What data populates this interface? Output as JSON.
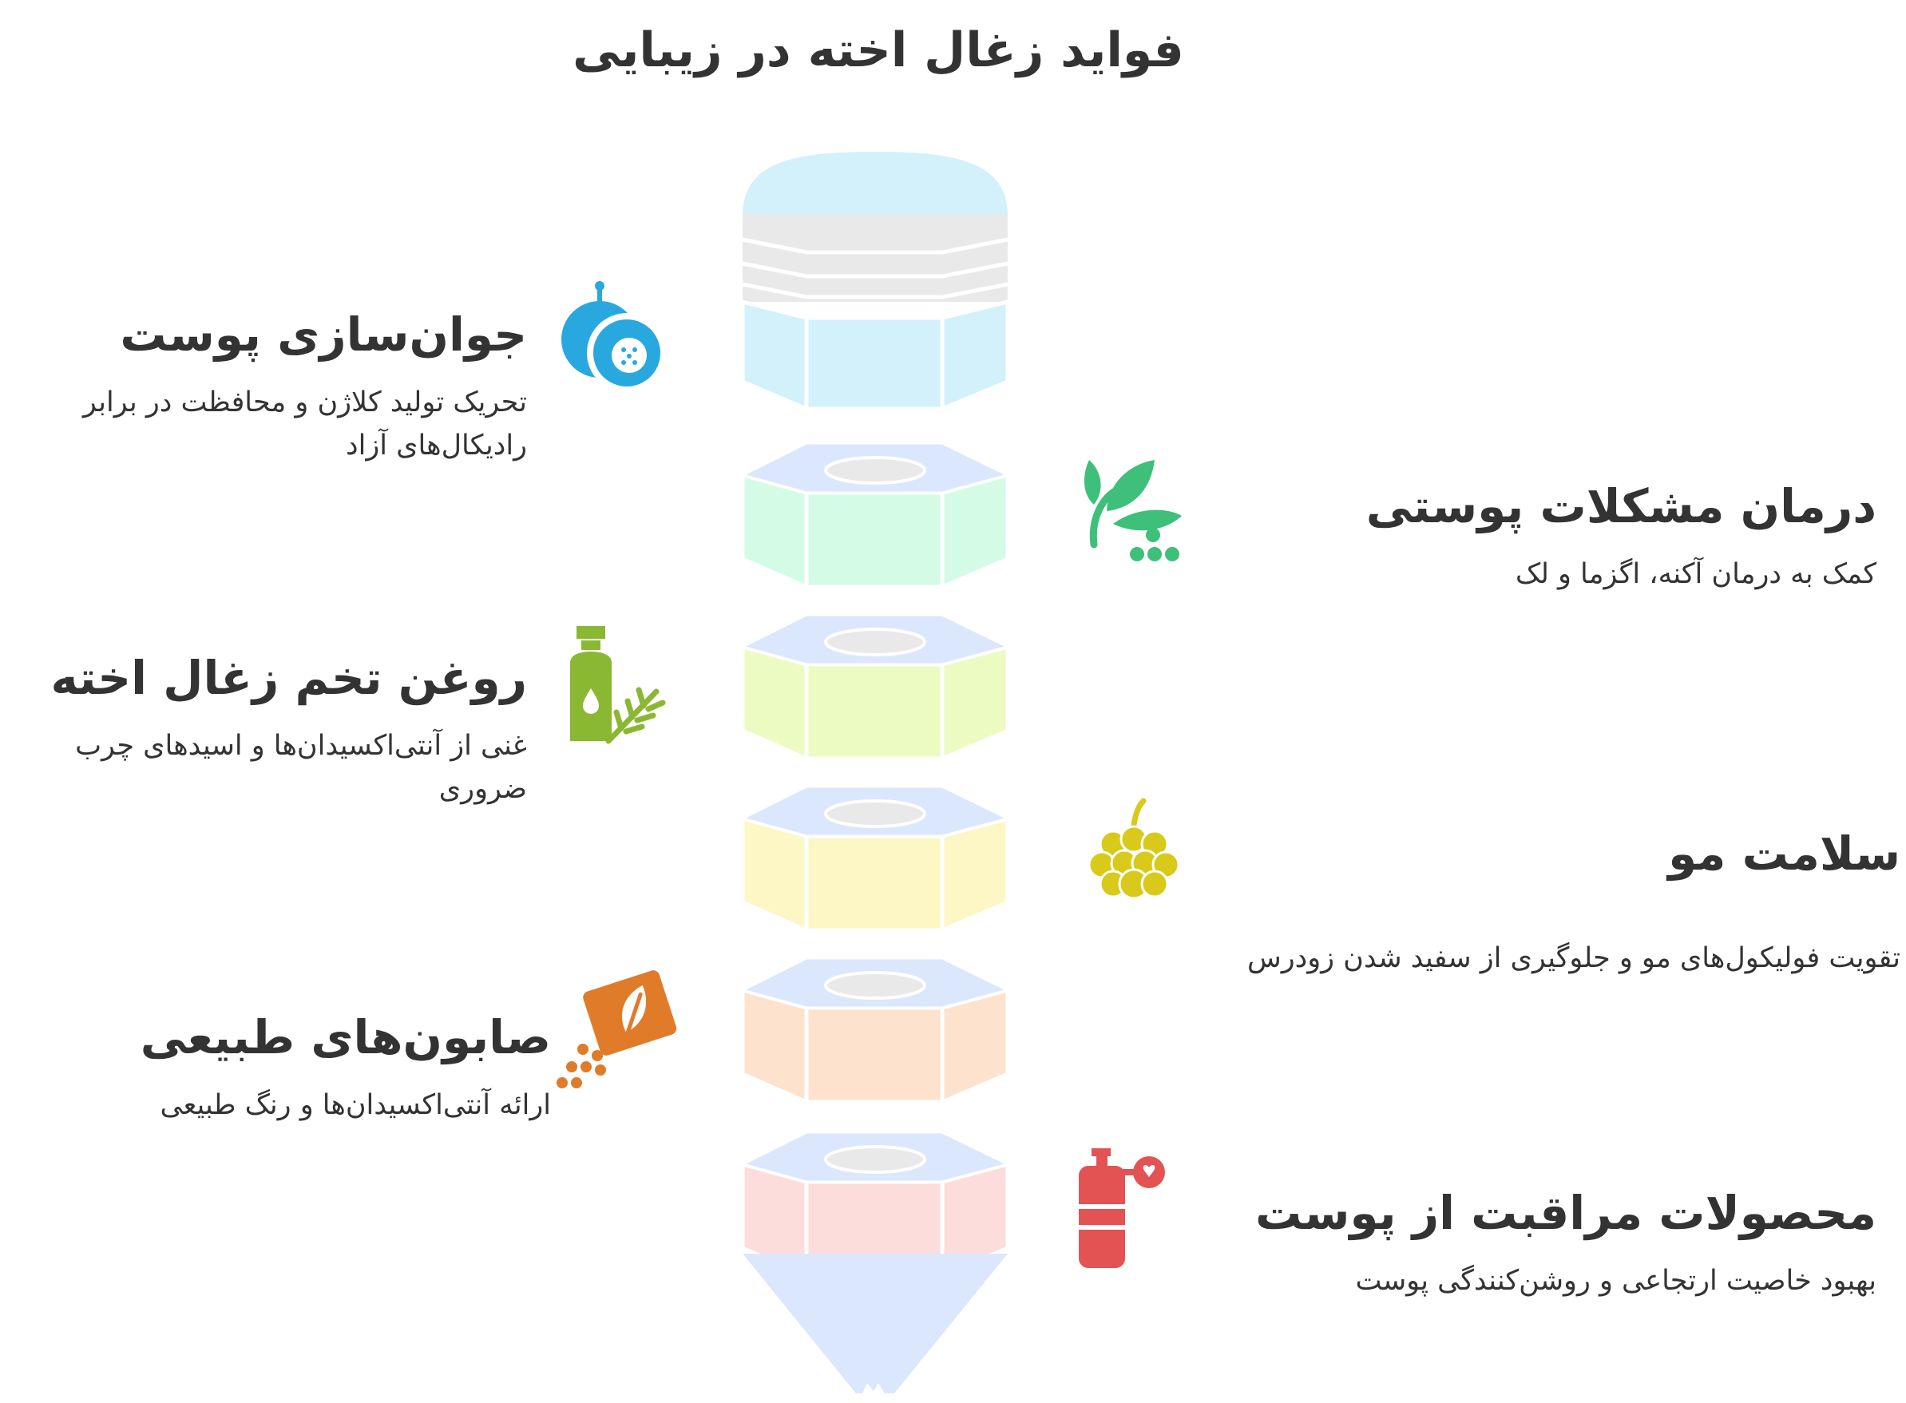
{
  "title": "فواید زغال اخته در زیبایی",
  "items": [
    {
      "title": "جوان‌سازی پوست",
      "description": "تحریک تولید کلاژن و محافظت در برابر رادیکال‌های آزاد",
      "icon": "skin-rejuvenation-icon",
      "color": "#29a8e0"
    },
    {
      "title": "درمان مشکلات پوستی",
      "description": "کمک به درمان آکنه، اگزما و لک",
      "icon": "leaf-berries-icon",
      "color": "#3ec07a"
    },
    {
      "title": "روغن تخم زغال اخته",
      "description": "غنی از آنتی‌اکسیدان‌ها و اسیدهای چرب ضروری",
      "icon": "oil-bottle-icon",
      "color": "#8bb832"
    },
    {
      "title": "سلامت مو",
      "description": "تقویت فولیکول‌های مو و جلوگیری از سفید شدن زودرس",
      "icon": "berry-cluster-icon",
      "color": "#d9c91a"
    },
    {
      "title": "صابون‌های طبیعی",
      "description": "ارائه آنتی‌اکسیدان‌ها و رنگ طبیعی",
      "icon": "natural-soap-icon",
      "color": "#e07b2a"
    },
    {
      "title": "محصولات مراقبت از پوست",
      "description": "بهبود خاصیت ارتجاعی و روشن‌کنندگی پوست",
      "icon": "spray-bottle-icon",
      "color": "#e35353"
    }
  ],
  "stack_colors": {
    "top": "#d3f1fb",
    "band": "#e9e9e9",
    "segments": [
      "#d4fbe6",
      "#ecfbc2",
      "#fdf7c6",
      "#fde2cd",
      "#fddcdc"
    ],
    "cap": "#dbe7fc",
    "hole": "#e9e9e9",
    "cone": "#dbe7fc"
  }
}
